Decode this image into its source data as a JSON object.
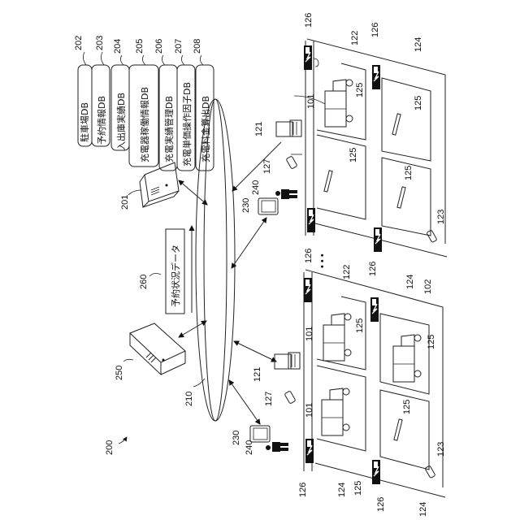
{
  "figure": {
    "system_ref": "200",
    "network": {
      "ref": "210"
    },
    "management_server": {
      "ref": "201"
    },
    "external_server": {
      "ref": "250"
    },
    "reservation_status": {
      "ref": "260",
      "label": "予約状況データ"
    },
    "databases": [
      {
        "ref": "202",
        "label": "駐車場DB"
      },
      {
        "ref": "203",
        "label": "予約情報DB"
      },
      {
        "ref": "204",
        "label": "入出庫実績DB"
      },
      {
        "ref": "205",
        "label": "充電器稼働情報DB"
      },
      {
        "ref": "206",
        "label": "充電実績管理DB"
      },
      {
        "ref": "207",
        "label": "充電単価操作因子DB"
      },
      {
        "ref": "208",
        "label": "充電料金算出DB"
      }
    ],
    "parking_lots": [
      {
        "name": "lot-top",
        "gate_terminal_ref": "121",
        "camera_ref": "127",
        "user_terminal_ref": "230",
        "user_ref": "240",
        "area_refs": [
          "122",
          "124"
        ],
        "charger_ref": "126",
        "vehicle_ref": "101",
        "space_ref": "125",
        "sensor_ref": "123"
      },
      {
        "name": "lot-bottom",
        "gate_terminal_ref": "121",
        "camera_ref": "127",
        "user_terminal_ref": "230",
        "user_ref": "240",
        "area_refs": [
          "122",
          "124"
        ],
        "charger_ref": "126",
        "vehicle_ref": "101",
        "space_ref": "125",
        "sensor_ref": "123",
        "lot_ref": "102"
      }
    ],
    "ellipsis": "• • •"
  }
}
